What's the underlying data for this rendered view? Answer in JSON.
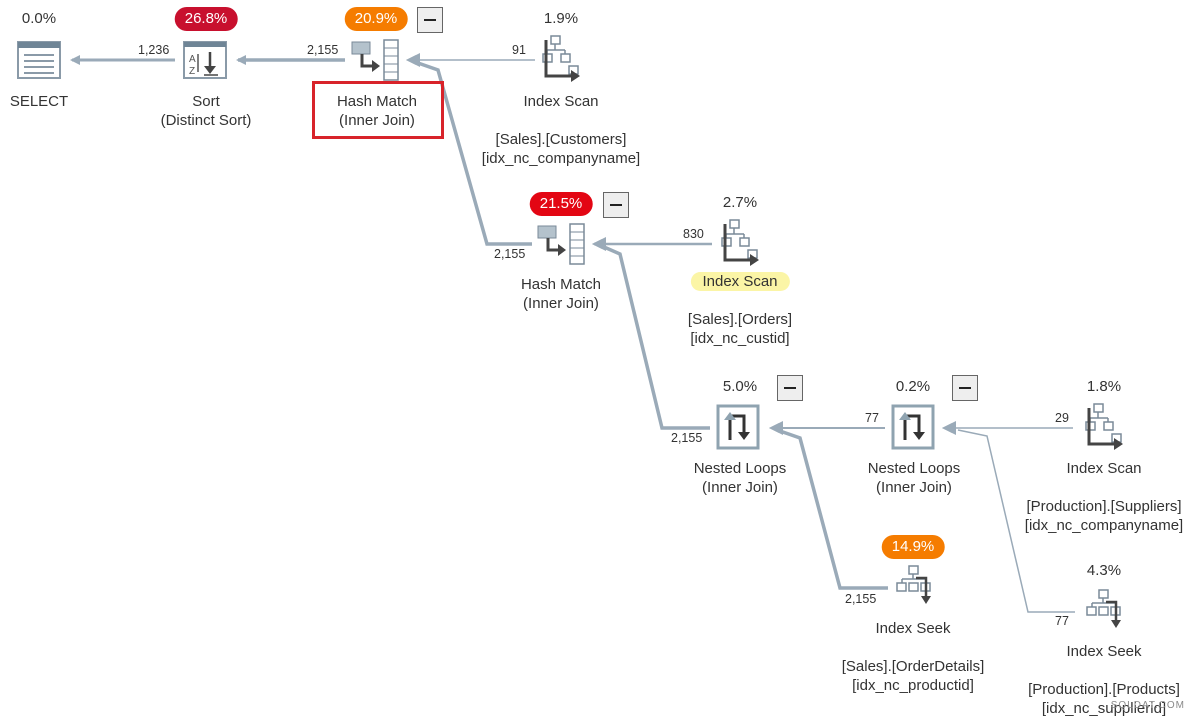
{
  "plan": {
    "nodes": {
      "select": {
        "pct": "0.0%",
        "title": "SELECT"
      },
      "sort": {
        "pct": "26.8%",
        "title": "Sort",
        "subtitle": "(Distinct Sort)"
      },
      "hash1": {
        "pct": "20.9%",
        "title": "Hash Match",
        "subtitle": "(Inner Join)"
      },
      "scan_customers": {
        "pct": "1.9%",
        "title": "Index Scan",
        "obj1": "[Sales].[Customers]",
        "obj2": "[idx_nc_companyname]"
      },
      "hash2": {
        "pct": "21.5%",
        "title": "Hash Match",
        "subtitle": "(Inner Join)"
      },
      "scan_orders": {
        "pct": "2.7%",
        "title": "Index Scan",
        "obj1": "[Sales].[Orders]",
        "obj2": "[idx_nc_custid]"
      },
      "nl1": {
        "pct": "5.0%",
        "title": "Nested Loops",
        "subtitle": "(Inner Join)"
      },
      "nl2": {
        "pct": "0.2%",
        "title": "Nested Loops",
        "subtitle": "(Inner Join)"
      },
      "scan_suppliers": {
        "pct": "1.8%",
        "title": "Index Scan",
        "obj1": "[Production].[Suppliers]",
        "obj2": "[idx_nc_companyname]"
      },
      "seek_orderdetails": {
        "pct": "14.9%",
        "title": "Index Seek",
        "obj1": "[Sales].[OrderDetails]",
        "obj2": "[idx_nc_productid]"
      },
      "seek_products": {
        "pct": "4.3%",
        "title": "Index Seek",
        "obj1": "[Production].[Products]",
        "obj2": "[idx_nc_supplierid]"
      }
    },
    "row_counts": {
      "sort_to_select": "1,236",
      "hash1_to_sort": "2,155",
      "customers_to_hash1": "91",
      "hash2_to_hash1": "2,155",
      "orders_to_hash2": "830",
      "nl1_to_hash2": "2,155",
      "nl2_to_nl1": "77",
      "seek_od_to_nl1": "2,155",
      "suppliers_to_nl2": "29",
      "products_to_nl2": "77"
    },
    "colors": {
      "arrow": "#9aaab8",
      "badge_red": "#e30613",
      "badge_crimson": "#c8102e",
      "badge_orange": "#f57c00",
      "highlight_box": "#d8232a",
      "highlight_yellow": "#fbf5a6"
    }
  },
  "watermark": "SQLDAT.COM"
}
